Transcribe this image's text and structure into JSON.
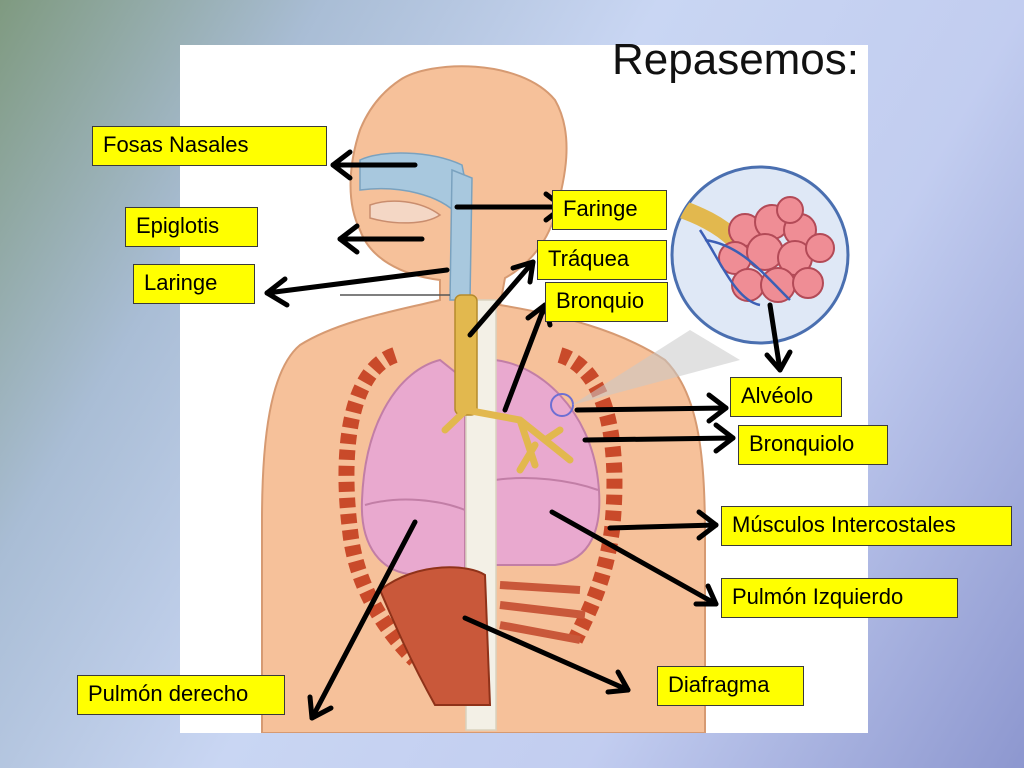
{
  "title": "Repasemos:",
  "labels": {
    "fosas_nasales": "Fosas Nasales",
    "epiglotis": "Epiglotis",
    "laringe": "Laringe",
    "faringe": "Faringe",
    "traquea": "Tráquea",
    "bronquio": "Bronquio",
    "alveolo": "Alvéolo",
    "bronquiolo": "Bronquiolo",
    "musculos": "Músculos Intercostales",
    "pulmon_izquierdo": "Pulmón Izquierdo",
    "pulmon_derecho": "Pulmón derecho",
    "diafragma": "Diafragma"
  },
  "colors": {
    "label_fill": "#ffff00",
    "skin": "#f6c19a",
    "lung": "#e9a9cf",
    "airway": "#a8c8de",
    "arrow": "#000000"
  }
}
